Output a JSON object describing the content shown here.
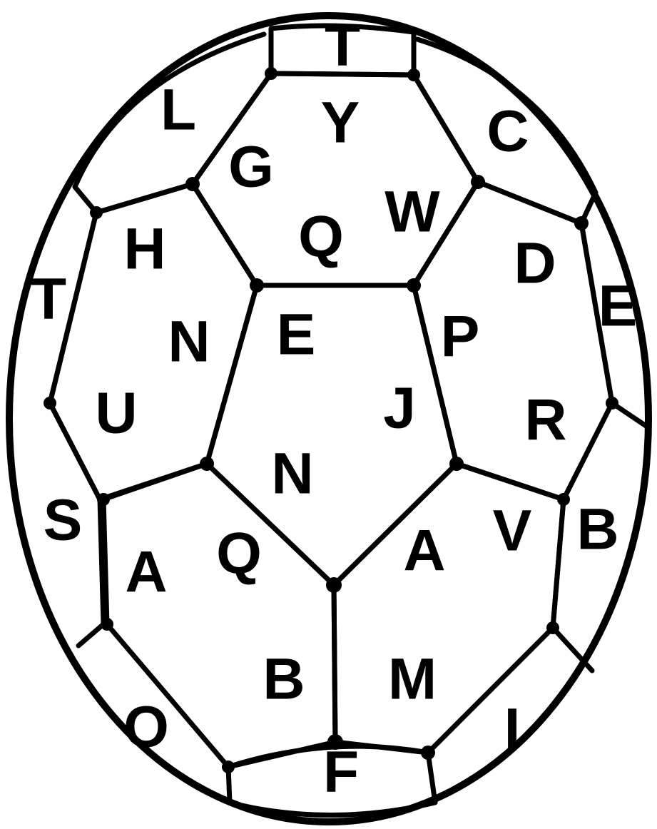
{
  "letters": {
    "top_t": "T",
    "y": "Y",
    "l": "L",
    "c": "C",
    "g": "G",
    "w": "W",
    "q_top": "Q",
    "h": "H",
    "d": "D",
    "left_t": "T",
    "right_e": "E",
    "center_e": "E",
    "p": "P",
    "n_left": "N",
    "j": "J",
    "u": "U",
    "r": "R",
    "n_center": "N",
    "s": "S",
    "a_left": "A",
    "q_lower": "Q",
    "a_right": "A",
    "v": "V",
    "b_right": "B",
    "b_lower": "B",
    "m": "M",
    "o": "O",
    "i": "I",
    "f": "F"
  }
}
